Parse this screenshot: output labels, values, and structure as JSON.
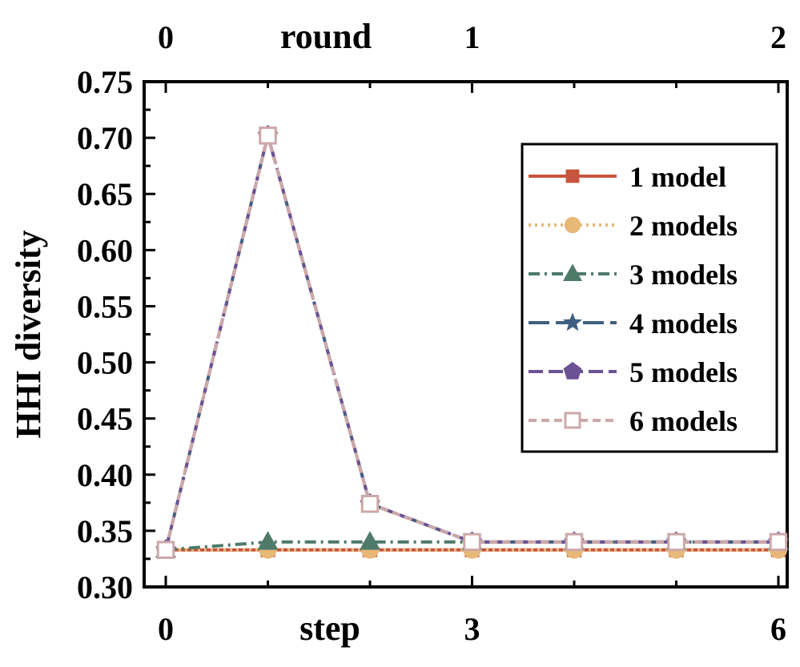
{
  "chart_data": {
    "type": "line",
    "ylabel": "HHI diversity",
    "xlabel": "step",
    "x2label": "round",
    "x": [
      0,
      1,
      2,
      3,
      4,
      5,
      6
    ],
    "xticks": [
      0,
      3,
      6
    ],
    "x2ticks": [
      {
        "pos": 0,
        "label": "0"
      },
      {
        "pos": 3,
        "label": "1"
      },
      {
        "pos": 6,
        "label": "2"
      }
    ],
    "xlim": [
      0,
      6
    ],
    "ylim": [
      0.3,
      0.75
    ],
    "yticks": [
      "0.30",
      "0.35",
      "0.40",
      "0.45",
      "0.50",
      "0.55",
      "0.60",
      "0.65",
      "0.70",
      "0.75"
    ],
    "grid": false,
    "legend": {
      "position": "top-right"
    },
    "series": [
      {
        "name": "1 model",
        "values": [
          0.333,
          0.333,
          0.333,
          0.333,
          0.333,
          0.333,
          0.333
        ],
        "color": "#C8553D",
        "marker": "square",
        "dash": "solid"
      },
      {
        "name": "2 models",
        "values": [
          0.333,
          0.333,
          0.333,
          0.333,
          0.333,
          0.333,
          0.333
        ],
        "color": "#E8B878",
        "marker": "circle",
        "dash": "dotted"
      },
      {
        "name": "3 models",
        "values": [
          0.333,
          0.34,
          0.34,
          0.34,
          0.34,
          0.34,
          0.34
        ],
        "color": "#4E7A6A",
        "marker": "triangle",
        "dash": "dashdot"
      },
      {
        "name": "4 models",
        "values": [
          0.333,
          0.702,
          0.374,
          0.34,
          0.34,
          0.34,
          0.34
        ],
        "color": "#3F5F80",
        "marker": "star",
        "dash": "longdash"
      },
      {
        "name": "5 models",
        "values": [
          0.333,
          0.702,
          0.374,
          0.34,
          0.34,
          0.34,
          0.34
        ],
        "color": "#6A5294",
        "marker": "pentagon",
        "dash": "dash"
      },
      {
        "name": "6 models",
        "values": [
          0.333,
          0.702,
          0.374,
          0.34,
          0.34,
          0.34,
          0.34
        ],
        "color": "#CCA8A8",
        "marker": "open-square",
        "dash": "shortdash"
      }
    ]
  }
}
